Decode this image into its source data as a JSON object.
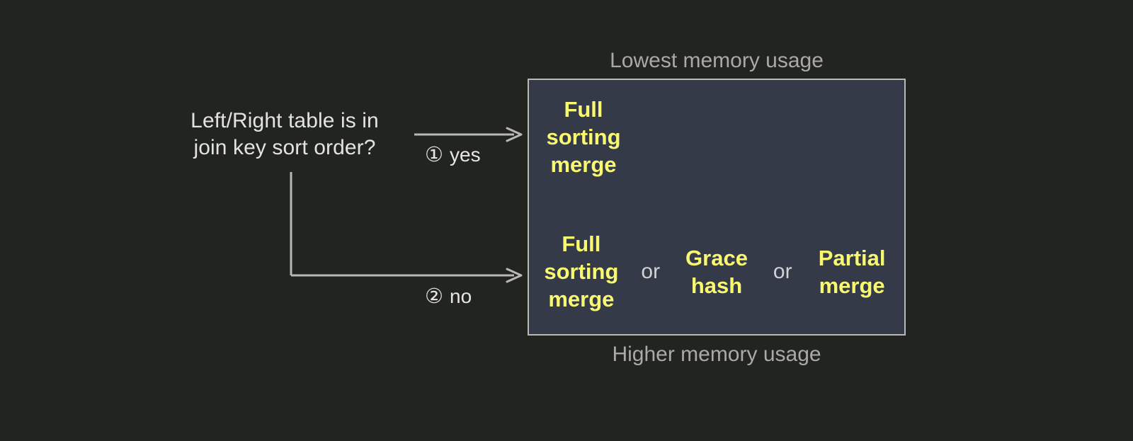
{
  "diagram": {
    "background_color": "#222420",
    "accent_color": "#f9f871",
    "panel_color": "#343a48",
    "decision": {
      "text": "Left/Right table is in\njoin key sort order?"
    },
    "branches": [
      {
        "marker": "①",
        "label": "yes",
        "name": "branch-yes"
      },
      {
        "marker": "②",
        "label": "no",
        "name": "branch-no"
      }
    ],
    "captions": {
      "top": "Lowest memory usage",
      "bottom": "Higher memory usage"
    },
    "results": {
      "sorted_row": {
        "options": [
          "Full\nsorting\nmerge"
        ]
      },
      "unsorted_row": {
        "options": [
          "Full\nsorting\nmerge",
          "Grace\nhash",
          "Partial\nmerge"
        ],
        "conjunction": "or"
      }
    }
  }
}
